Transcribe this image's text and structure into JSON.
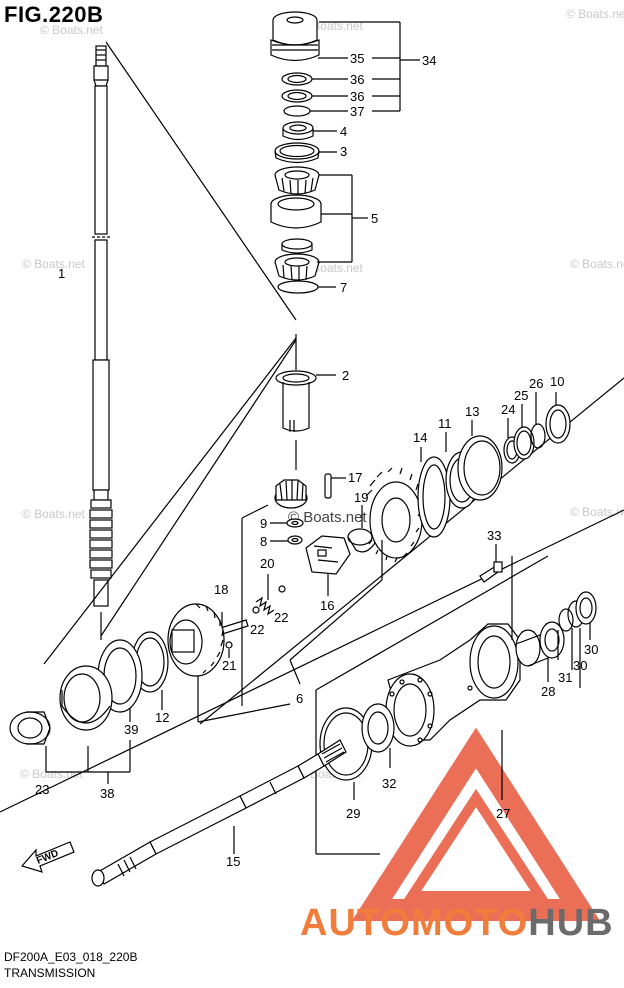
{
  "figure": {
    "title": "FIG.220B",
    "code": "DF200A_E03_018_220B",
    "name": "TRANSMISSION"
  },
  "watermark": "© Boats.net",
  "brand": {
    "part1": "AUTO",
    "part2": "MOTO",
    "part3": "HUB"
  },
  "fwd_label": "FWD",
  "callouts": [
    {
      "id": "c1",
      "text": "1"
    },
    {
      "id": "c2",
      "text": "2"
    },
    {
      "id": "c3",
      "text": "3"
    },
    {
      "id": "c4",
      "text": "4"
    },
    {
      "id": "c5",
      "text": "5"
    },
    {
      "id": "c6",
      "text": "6"
    },
    {
      "id": "c7",
      "text": "7"
    },
    {
      "id": "c8",
      "text": "8"
    },
    {
      "id": "c9",
      "text": "9"
    },
    {
      "id": "c10",
      "text": "10"
    },
    {
      "id": "c11",
      "text": "11"
    },
    {
      "id": "c12",
      "text": "12"
    },
    {
      "id": "c13",
      "text": "13"
    },
    {
      "id": "c14",
      "text": "14"
    },
    {
      "id": "c15",
      "text": "15"
    },
    {
      "id": "c16",
      "text": "16"
    },
    {
      "id": "c17",
      "text": "17"
    },
    {
      "id": "c18",
      "text": "18"
    },
    {
      "id": "c19",
      "text": "19"
    },
    {
      "id": "c20",
      "text": "20"
    },
    {
      "id": "c21",
      "text": "21"
    },
    {
      "id": "c22a",
      "text": "22"
    },
    {
      "id": "c22b",
      "text": "22"
    },
    {
      "id": "c23",
      "text": "23"
    },
    {
      "id": "c24",
      "text": "24"
    },
    {
      "id": "c25",
      "text": "25"
    },
    {
      "id": "c26",
      "text": "26"
    },
    {
      "id": "c27",
      "text": "27"
    },
    {
      "id": "c28",
      "text": "28"
    },
    {
      "id": "c29",
      "text": "29"
    },
    {
      "id": "c30a",
      "text": "30"
    },
    {
      "id": "c30b",
      "text": "30"
    },
    {
      "id": "c31",
      "text": "31"
    },
    {
      "id": "c32",
      "text": "32"
    },
    {
      "id": "c33",
      "text": "33"
    },
    {
      "id": "c34",
      "text": "34"
    },
    {
      "id": "c35",
      "text": "35"
    },
    {
      "id": "c36a",
      "text": "36"
    },
    {
      "id": "c36b",
      "text": "36"
    },
    {
      "id": "c37",
      "text": "37"
    },
    {
      "id": "c38",
      "text": "38"
    },
    {
      "id": "c39",
      "text": "39"
    }
  ],
  "colors": {
    "line": "#000000",
    "watermark": "#c8c8c8",
    "logo": "#e8553a",
    "logo_orange": "#f07d3c",
    "logo_gray": "#6b6b6b"
  }
}
